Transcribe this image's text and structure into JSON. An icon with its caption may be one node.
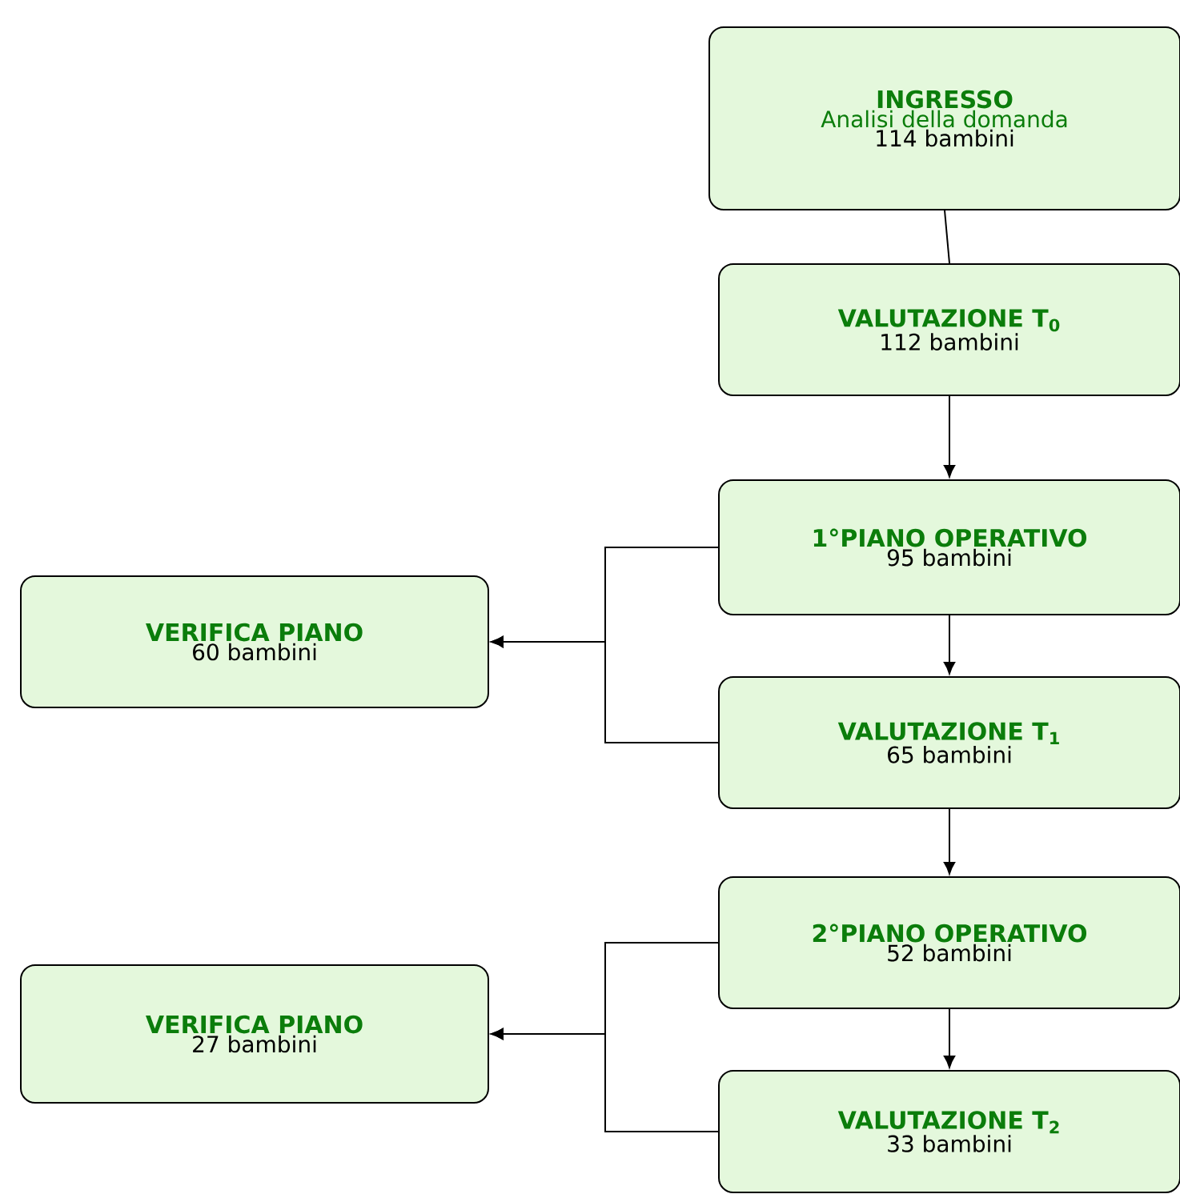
{
  "diagram": {
    "nodes": [
      {
        "text": [
          "INGRESSO",
          "Analisi della domanda",
          "114 bambini"
        ]
      },
      {
        "text": [
          "VALUTAZIONE T$_{0}$",
          "112 bambini"
        ]
      },
      {
        "text": [
          "1°PIANO OPERATIVO",
          "95 bambini"
        ]
      },
      {
        "text": [
          "VALUTAZIONE T$_{1}$",
          "65 bambini"
        ]
      },
      {
        "text": [
          "VERIFICA PIANO",
          "60 bambini"
        ]
      },
      {
        "text": [
          "2°PIANO OPERATIVO",
          "52 bambini"
        ]
      },
      {
        "text": [
          "VALUTAZIONE T$_{2}$",
          "33 bambini"
        ]
      },
      {
        "text": [
          "VERIFICA PIANO",
          "27 bambini"
        ]
      }
    ],
    "edges": [
      {
        "from": 0,
        "to": 1,
        "arrow": "none"
      },
      {
        "from": 1,
        "to": 2,
        "arrow": "to"
      },
      {
        "from": 2,
        "to": 3,
        "arrow": "to"
      },
      {
        "from": 2,
        "to": 4,
        "arrow": "to"
      },
      {
        "from": 3,
        "to": 4,
        "arrow": "to"
      },
      {
        "from": 3,
        "to": 5,
        "arrow": "to"
      },
      {
        "from": 5,
        "to": 6,
        "arrow": "to"
      },
      {
        "from": 5,
        "to": 7,
        "arrow": "to"
      },
      {
        "from": 6,
        "to": 7,
        "arrow": "to"
      }
    ]
  }
}
